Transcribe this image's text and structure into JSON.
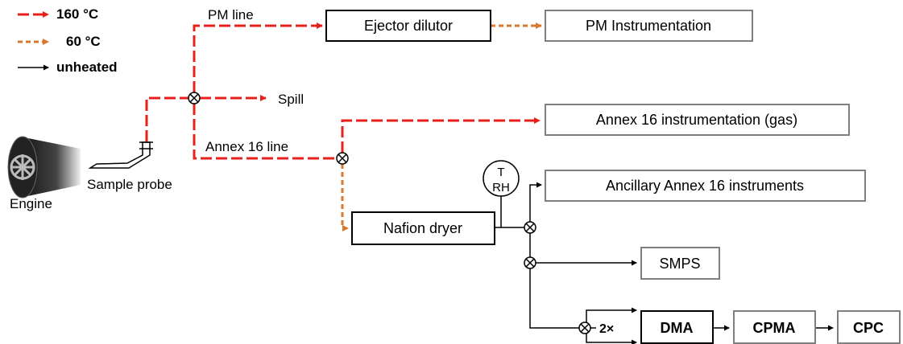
{
  "legend": {
    "items": [
      {
        "label": "160 °C",
        "color": "#e8201c",
        "style": "dashed"
      },
      {
        "label": "60 °C",
        "color": "#d9782d",
        "style": "dashed"
      },
      {
        "label": "unheated",
        "color": "#000000",
        "style": "solid"
      }
    ]
  },
  "labels": {
    "pm_line": "PM line",
    "spill": "Spill",
    "annex_line": "Annex 16 line",
    "sample_probe": "Sample probe",
    "engine": "Engine",
    "t": "T",
    "rh": "RH",
    "multiplier": "2×"
  },
  "boxes": {
    "ejector": "Ejector dilutor",
    "pm_instr": "PM Instrumentation",
    "annex_gas": "Annex 16 instrumentation (gas)",
    "ancillary": "Ancillary Annex 16 instruments",
    "nafion": "Nafion dryer",
    "smps": "SMPS",
    "dma": "DMA",
    "cpma": "CPMA",
    "cpc": "CPC"
  }
}
